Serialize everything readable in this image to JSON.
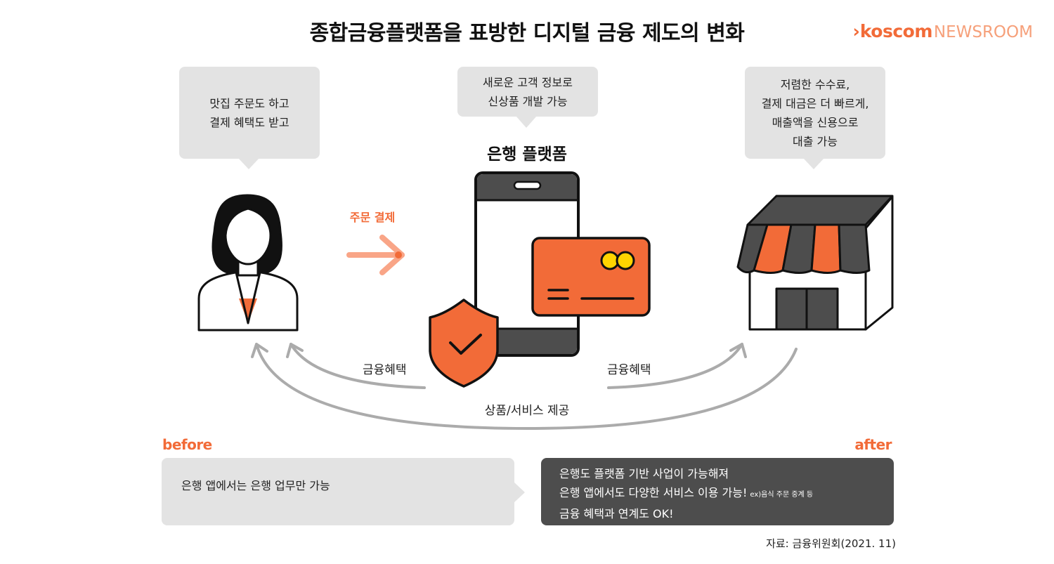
{
  "title": "종합금융플랫폼을 표방한 디지털 금융 제도의 변화",
  "brand": {
    "name": "koscom",
    "section": "NEWSROOM"
  },
  "bubbles": {
    "customer": "맛집 주문도 하고\n결제 혜택도 받고",
    "bank": "새로운 고객 정보로\n신상품 개발 가능",
    "merchant": "저렴한 수수료,\n결제 대금은 더 빠르게,\n매출액을 신용으로\n대출 가능"
  },
  "bank_platform_label": "은행 플랫폼",
  "order_payment_label": "주문 결제",
  "flows": {
    "benefit_left": "금융혜택",
    "benefit_right": "금융혜택",
    "service": "상품/서비스 제공"
  },
  "before": {
    "label": "before",
    "text": "은행 앱에서는 은행 업무만 가능"
  },
  "after": {
    "label": "after",
    "line1": "은행도 플랫폼 기반 사업이 가능해져",
    "line2": "은행 앱에서도 다양한 서비스 이용 가능!",
    "line2_note": "ex)음식 주문 중계 등",
    "line3": "금융 혜택과 연계도 OK!"
  },
  "source": "자료: 금융위원회(2021. 11)",
  "icons": [
    "customer-woman-icon",
    "smartphone-icon",
    "credit-card-icon",
    "shield-check-icon",
    "store-icon",
    "arrow-right-icon"
  ],
  "colors": {
    "accent": "#f26b38",
    "dark": "#4d4d4d",
    "bubble": "#e3e3e3",
    "chip": "#ffd400"
  }
}
